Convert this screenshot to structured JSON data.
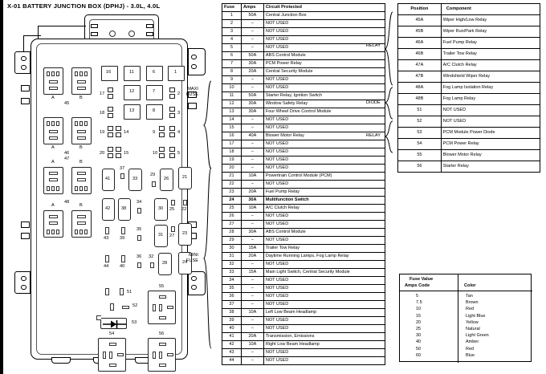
{
  "title": "X-01   BATTERY JUNCTION BOX (DPHJ) - 3.0L, 4.0L",
  "diagram": {
    "name": "battery-junction-box-diagram",
    "bracket_labels": {
      "maxi": "MAXI\nFUSE",
      "mini": "MINI\nFUSE"
    },
    "relay_blocks": [
      {
        "id": "45",
        "a": "A",
        "b": "B"
      },
      {
        "id": "46",
        "a": "A",
        "b": "B"
      },
      {
        "id": "47",
        "a": "A",
        "b": "B"
      },
      {
        "id": "48",
        "a": "A",
        "b": "B"
      }
    ],
    "maxi_fuse_positions": [
      "16",
      "11",
      "6",
      "1",
      "17",
      "12",
      "7",
      "2",
      "18",
      "13",
      "8",
      "3",
      "19",
      "14",
      "9",
      "4",
      "20",
      "15",
      "10",
      "5"
    ],
    "mini_fuse_positions": [
      "41",
      "37",
      "33",
      "29",
      "26",
      "21",
      "42",
      "38",
      "34",
      "30",
      "25",
      "22",
      "43",
      "39",
      "35",
      "31",
      "27",
      "23",
      "44",
      "40",
      "36",
      "32",
      "28",
      "24"
    ],
    "lower_positions": [
      "51",
      "52",
      "53",
      "54",
      "55",
      "56"
    ]
  },
  "fuse_table": {
    "headers": [
      "Fuse",
      "Amps",
      "Circuit Protected"
    ],
    "rows": [
      {
        "fuse": "1",
        "amps": "50A",
        "circuit": "Central Junction Box",
        "bold": false
      },
      {
        "fuse": "2",
        "amps": "–",
        "circuit": "NOT USED",
        "bold": false
      },
      {
        "fuse": "3",
        "amps": "–",
        "circuit": "NOT USED",
        "bold": false
      },
      {
        "fuse": "4",
        "amps": "–",
        "circuit": "NOT USED",
        "bold": false
      },
      {
        "fuse": "5",
        "amps": "–",
        "circuit": "NOT USED",
        "bold": false
      },
      {
        "fuse": "6",
        "amps": "50A",
        "circuit": "ABS Control Module",
        "bold": false
      },
      {
        "fuse": "7",
        "amps": "30A",
        "circuit": "PCM Power Relay",
        "bold": false
      },
      {
        "fuse": "8",
        "amps": "20A",
        "circuit": "Central Security Module",
        "bold": false
      },
      {
        "fuse": "9",
        "amps": "–",
        "circuit": "NOT USED",
        "bold": false
      },
      {
        "fuse": "10",
        "amps": "–",
        "circuit": "NOT USED",
        "bold": false
      },
      {
        "fuse": "11",
        "amps": "50A",
        "circuit": "Starter Relay, Ignition Switch",
        "bold": false
      },
      {
        "fuse": "12",
        "amps": "30A",
        "circuit": "Window Safety Relay",
        "bold": false
      },
      {
        "fuse": "13",
        "amps": "30A",
        "circuit": "Four Wheel Drive Control Module",
        "bold": false
      },
      {
        "fuse": "14",
        "amps": "–",
        "circuit": "NOT USED",
        "bold": false
      },
      {
        "fuse": "15",
        "amps": "–",
        "circuit": "NOT USED",
        "bold": false
      },
      {
        "fuse": "16",
        "amps": "40A",
        "circuit": "Blower Motor Relay",
        "bold": false
      },
      {
        "fuse": "17",
        "amps": "–",
        "circuit": "NOT USED",
        "bold": false
      },
      {
        "fuse": "18",
        "amps": "–",
        "circuit": "NOT USED",
        "bold": false
      },
      {
        "fuse": "19",
        "amps": "–",
        "circuit": "NOT USED",
        "bold": false
      },
      {
        "fuse": "20",
        "amps": "–",
        "circuit": "NOT USED",
        "bold": false
      },
      {
        "fuse": "21",
        "amps": "10A",
        "circuit": "Powertrain Control Module (PCM)",
        "bold": false
      },
      {
        "fuse": "22",
        "amps": "–",
        "circuit": "NOT USED",
        "bold": false
      },
      {
        "fuse": "23",
        "amps": "20A",
        "circuit": "Fuel Pump Relay",
        "bold": false
      },
      {
        "fuse": "24",
        "amps": "30A",
        "circuit": "Multifunction Switch",
        "bold": true
      },
      {
        "fuse": "25",
        "amps": "10A",
        "circuit": "A/C Clutch Relay",
        "bold": false
      },
      {
        "fuse": "26",
        "amps": "–",
        "circuit": "NOT USED",
        "bold": false
      },
      {
        "fuse": "27",
        "amps": "–",
        "circuit": "NOT USED",
        "bold": false
      },
      {
        "fuse": "28",
        "amps": "30A",
        "circuit": "ABS Control Module",
        "bold": false
      },
      {
        "fuse": "29",
        "amps": "–",
        "circuit": "NOT USED",
        "bold": false
      },
      {
        "fuse": "30",
        "amps": "15A",
        "circuit": "Trailer Tow Relay",
        "bold": false
      },
      {
        "fuse": "31",
        "amps": "20A",
        "circuit": "Daytime Running Lamps, Fog Lamp Relay",
        "bold": false,
        "two_line": true
      },
      {
        "fuse": "32",
        "amps": "–",
        "circuit": "NOT USED",
        "bold": false
      },
      {
        "fuse": "33",
        "amps": "15A",
        "circuit": "Main Light Switch, Central Security Module",
        "bold": false,
        "two_line": true
      },
      {
        "fuse": "34",
        "amps": "–",
        "circuit": "NOT USED",
        "bold": false
      },
      {
        "fuse": "35",
        "amps": "–",
        "circuit": "NOT USED",
        "bold": false
      },
      {
        "fuse": "36",
        "amps": "–",
        "circuit": "NOT USED",
        "bold": false
      },
      {
        "fuse": "37",
        "amps": "–",
        "circuit": "NOT USED",
        "bold": false
      },
      {
        "fuse": "38",
        "amps": "10A",
        "circuit": "Left Low Beam Headlamp",
        "bold": false
      },
      {
        "fuse": "39",
        "amps": "–",
        "circuit": "NOT USED",
        "bold": false
      },
      {
        "fuse": "40",
        "amps": "–",
        "circuit": "NOT USED",
        "bold": false
      },
      {
        "fuse": "41",
        "amps": "20A",
        "circuit": "Transmission, Emissions",
        "bold": false
      },
      {
        "fuse": "42",
        "amps": "10A",
        "circuit": "Right Low Beam Headlamp",
        "bold": false
      },
      {
        "fuse": "43",
        "amps": "–",
        "circuit": "NOT USED",
        "bold": false
      },
      {
        "fuse": "44",
        "amps": "–",
        "circuit": "NOT USED",
        "bold": false
      }
    ]
  },
  "relay_table": {
    "headers": [
      "Position",
      "Component"
    ],
    "group_labels": [
      "RELAY",
      "DIODE",
      "RELAY"
    ],
    "rows": [
      {
        "position": "45A",
        "component": "Wiper High/Low Relay"
      },
      {
        "position": "45B",
        "component": "Wiper Run/Park Relay"
      },
      {
        "position": "46A",
        "component": "Fuel Pump Relay"
      },
      {
        "position": "46B",
        "component": "Trailer Tow Relay"
      },
      {
        "position": "47A",
        "component": "A/C Clutch Relay"
      },
      {
        "position": "47B",
        "component": "Windshield Wiper Relay"
      },
      {
        "position": "48A",
        "component": "Fog Lamp Isolation Relay"
      },
      {
        "position": "48B",
        "component": "Fog Lamp Relay"
      },
      {
        "position": "51",
        "component": "NOT USED"
      },
      {
        "position": "52",
        "component": "NOT USED"
      },
      {
        "position": "53",
        "component": "PCM Module Power Diode"
      },
      {
        "position": "54",
        "component": "PCM Power Relay"
      },
      {
        "position": "55",
        "component": "Blower Motor Relay"
      },
      {
        "position": "56",
        "component": "Starter Relay"
      }
    ]
  },
  "legend": {
    "title_line1": "Fuse Value",
    "amps_header": "Amps    Code",
    "color_header": "Color",
    "rows": [
      {
        "amps": "5",
        "color": "Tan"
      },
      {
        "amps": "7.5",
        "color": "Brown"
      },
      {
        "amps": "10",
        "color": "Red"
      },
      {
        "amps": "15",
        "color": "Light Blue"
      },
      {
        "amps": "20",
        "color": "Yellow"
      },
      {
        "amps": "25",
        "color": "Natural"
      },
      {
        "amps": "30",
        "color": "Light Green"
      },
      {
        "amps": "40",
        "color": "Amber"
      },
      {
        "amps": "50",
        "color": "Red"
      },
      {
        "amps": "60",
        "color": "Blue"
      }
    ]
  }
}
